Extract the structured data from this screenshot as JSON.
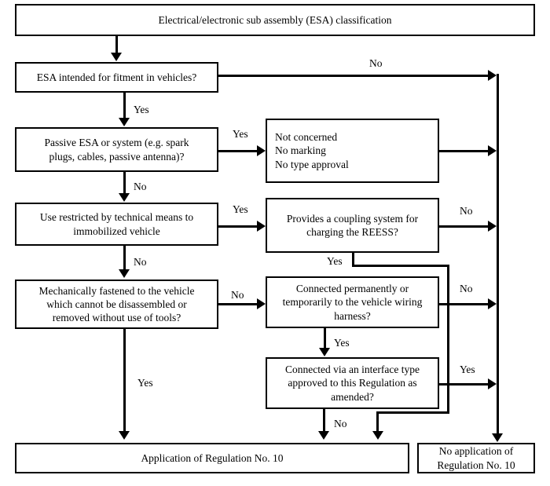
{
  "diagram": {
    "title": "Electrical/electronic sub assembly (ESA) classification",
    "nodes": {
      "title_box": "Electrical/electronic sub assembly (ESA) classification",
      "esa_intended": "ESA intended for fitment in vehicles?",
      "passive_esa_l1": "Passive ESA or system (e.g. spark",
      "passive_esa_l2": "plugs, cables, passive antenna)?",
      "not_concerned_l1": "Not concerned",
      "not_concerned_l2": "No marking",
      "not_concerned_l3": "No type approval",
      "use_restricted_l1": "Use restricted by technical means to",
      "use_restricted_l2": "immobilized vehicle",
      "coupling_l1": "Provides a coupling system for",
      "coupling_l2": "charging the REESS?",
      "mechanically_l1": "Mechanically fastened to the vehicle",
      "mechanically_l2": "which cannot be disassembled or",
      "mechanically_l3": "removed without use of tools?",
      "connected_perm_l1": "Connected permanently or",
      "connected_perm_l2": "temporarily to the vehicle wiring",
      "connected_perm_l3": "harness?",
      "interface_l1": "Connected via an interface type",
      "interface_l2": "approved to this Regulation as",
      "interface_l3": "amended?",
      "application": "Application of Regulation No. 10",
      "no_application_l1": "No application of",
      "no_application_l2": "Regulation No. 10"
    },
    "edge_labels": {
      "esa_no": "No",
      "esa_yes": "Yes",
      "passive_yes": "Yes",
      "passive_no": "No",
      "use_restricted_yes": "Yes",
      "use_restricted_no": "No",
      "coupling_no": "No",
      "coupling_yes": "Yes",
      "mechanically_no": "No",
      "mechanically_yes": "Yes",
      "connected_perm_no": "No",
      "connected_perm_yes": "Yes",
      "interface_yes": "Yes",
      "interface_no": "No"
    },
    "colors": {
      "stroke": "#000000",
      "fill": "#ffffff",
      "text": "#000000"
    }
  }
}
